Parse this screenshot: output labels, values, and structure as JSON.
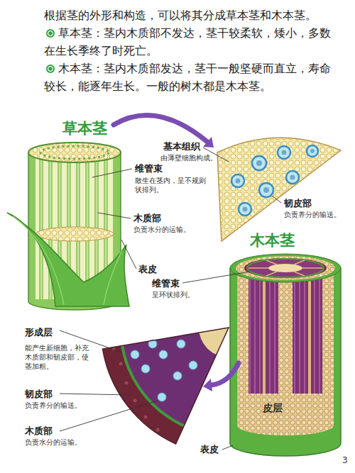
{
  "diagram": {
    "labels": [
      "根据茎的外形和构造，可以将其分成草本茎和木本茎。",
      "草本茎：茎内木质部不发达，茎干较柔软，矮小，多数在生长季终了时死亡。",
      "木本茎：茎内木质部发达，茎干一般坚硬而直立，寿命较长，能逐年生长。一般的树木都是木本茎。",
      "草本茎",
      "基本组织",
      "由薄壁细胞构成。",
      "维管束",
      "散生在茎内，呈不规则状排列。",
      "韧皮部",
      "负责养分的输送。",
      "木质部",
      "负责水分的运输。",
      "表皮",
      "木本茎",
      "维管束",
      "呈环状排列。",
      "形成层",
      "能产生新细胞，补充木质部和韧皮部，使茎加粗。",
      "韧皮部",
      "负责养分的输送。",
      "木质部",
      "负责水分的运输。",
      "皮层",
      "表皮",
      "3"
    ]
  }
}
